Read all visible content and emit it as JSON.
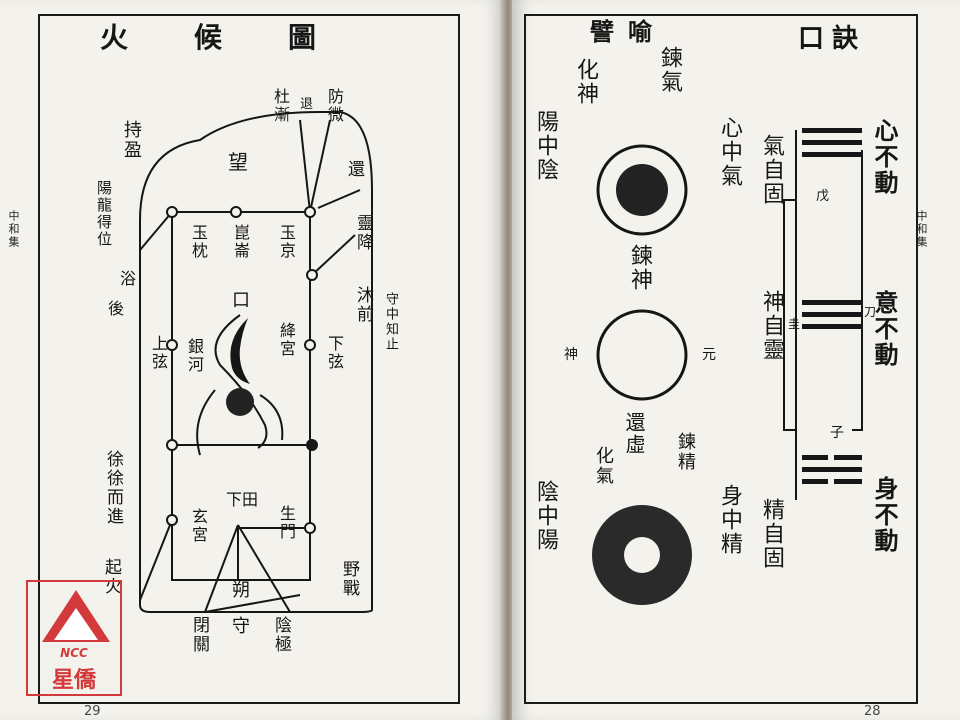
{
  "left_page": {
    "title": "火候圖",
    "side_title": "中和集",
    "page_number": "29",
    "labels": {
      "chi_ying": "持盈",
      "yang_long": "陽龍得位",
      "yu": "浴",
      "hou": "後",
      "xu_xu": "徐徐而進",
      "qi_huo": "起火",
      "du_shu": "杜漸",
      "tui": "退",
      "fang_wei": "防微",
      "huan": "還",
      "ling_jiang": "靈降",
      "mu_qian": "沐前",
      "shou_zhong": "守中知止",
      "wang": "望",
      "yu_zhen": "玉枕",
      "kun_lun": "崑崙",
      "yu_jing": "玉京",
      "kou": "口",
      "shang_xian": "上弦",
      "yin_he": "銀河",
      "jiang_gong": "絳宮",
      "xia_xian": "下弦",
      "xia_tian": "下田",
      "xuan_gong": "玄宮",
      "sheng_men": "生門",
      "shuo": "朔",
      "ye_zhan": "野戰",
      "shou": "守",
      "bi_guan": "閉關",
      "yin_ji": "陰極"
    }
  },
  "right_page": {
    "side_title": "中和集",
    "page_number": "28",
    "title_yu": "譬喻",
    "title_koujue": "口訣",
    "labels": {
      "hua_shen": "化神",
      "lian_qi": "鍊氣",
      "yang_zhong_yin": "陽中陰",
      "xin_zhong_qi": "心中氣",
      "qi_zi_gu": "氣自固",
      "xin_bu_dong": "心不動",
      "lian_shen": "鍊神",
      "shen_label": "神",
      "yuan_label": "元",
      "shen_zi_ling": "神自靈",
      "yi_bu_dong": "意不動",
      "wu": "戊",
      "gui": "圭",
      "dao": "刀",
      "huan_xu": "還虛",
      "hua_qi": "化氣",
      "lian_jing": "鍊精",
      "yin_zhong_yang": "陰中陽",
      "shen_zhong_jing": "身中精",
      "jing_zi_gu": "精自固",
      "shen_bu_dong": "身不動",
      "zi": "子"
    }
  },
  "stamp": {
    "ncc": "NCC",
    "name": "星僑"
  },
  "colors": {
    "paper": "#f4f2ec",
    "ink": "#161616",
    "stamp": "#d4393c"
  }
}
